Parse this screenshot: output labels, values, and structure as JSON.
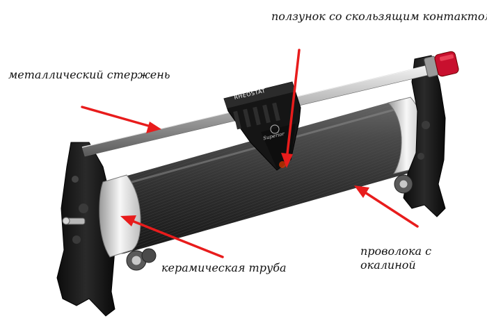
{
  "labels": {
    "slider": "ползунок со скользящим контактом",
    "rod": "металлический стержень",
    "tube": "керамическая труба",
    "wire_line1": "проволока с",
    "wire_line2": "окалиной"
  },
  "slider_plate": {
    "brand": "RHEOSTAT",
    "logo": "Superior"
  },
  "colors": {
    "arrow": "#e81c1c",
    "coil": "#3a3a3a",
    "frame": "#151515",
    "rod": "#c9c9c9",
    "knob": "#c8102e"
  }
}
